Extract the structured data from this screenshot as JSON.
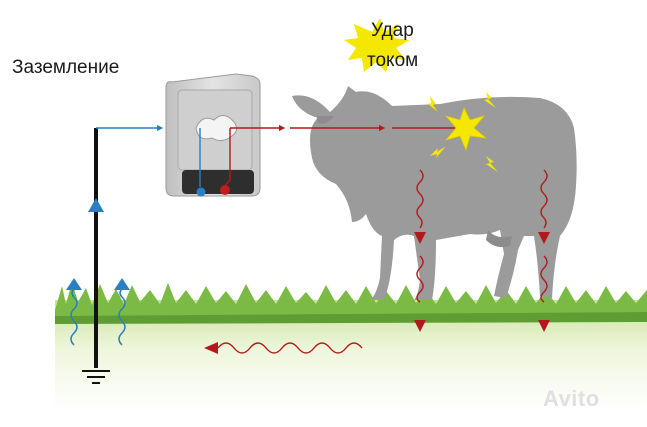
{
  "labels": {
    "grounding": "Заземление",
    "shock_line1": "Удар",
    "shock_line2": "током"
  },
  "watermark": "Avito",
  "colors": {
    "ground_current": "#2a7fc4",
    "live_current": "#b3191c",
    "cow": "#9b9b9b",
    "grass": "#79b843",
    "spark": "#f5e800",
    "energizer": "#d6d6d6"
  }
}
